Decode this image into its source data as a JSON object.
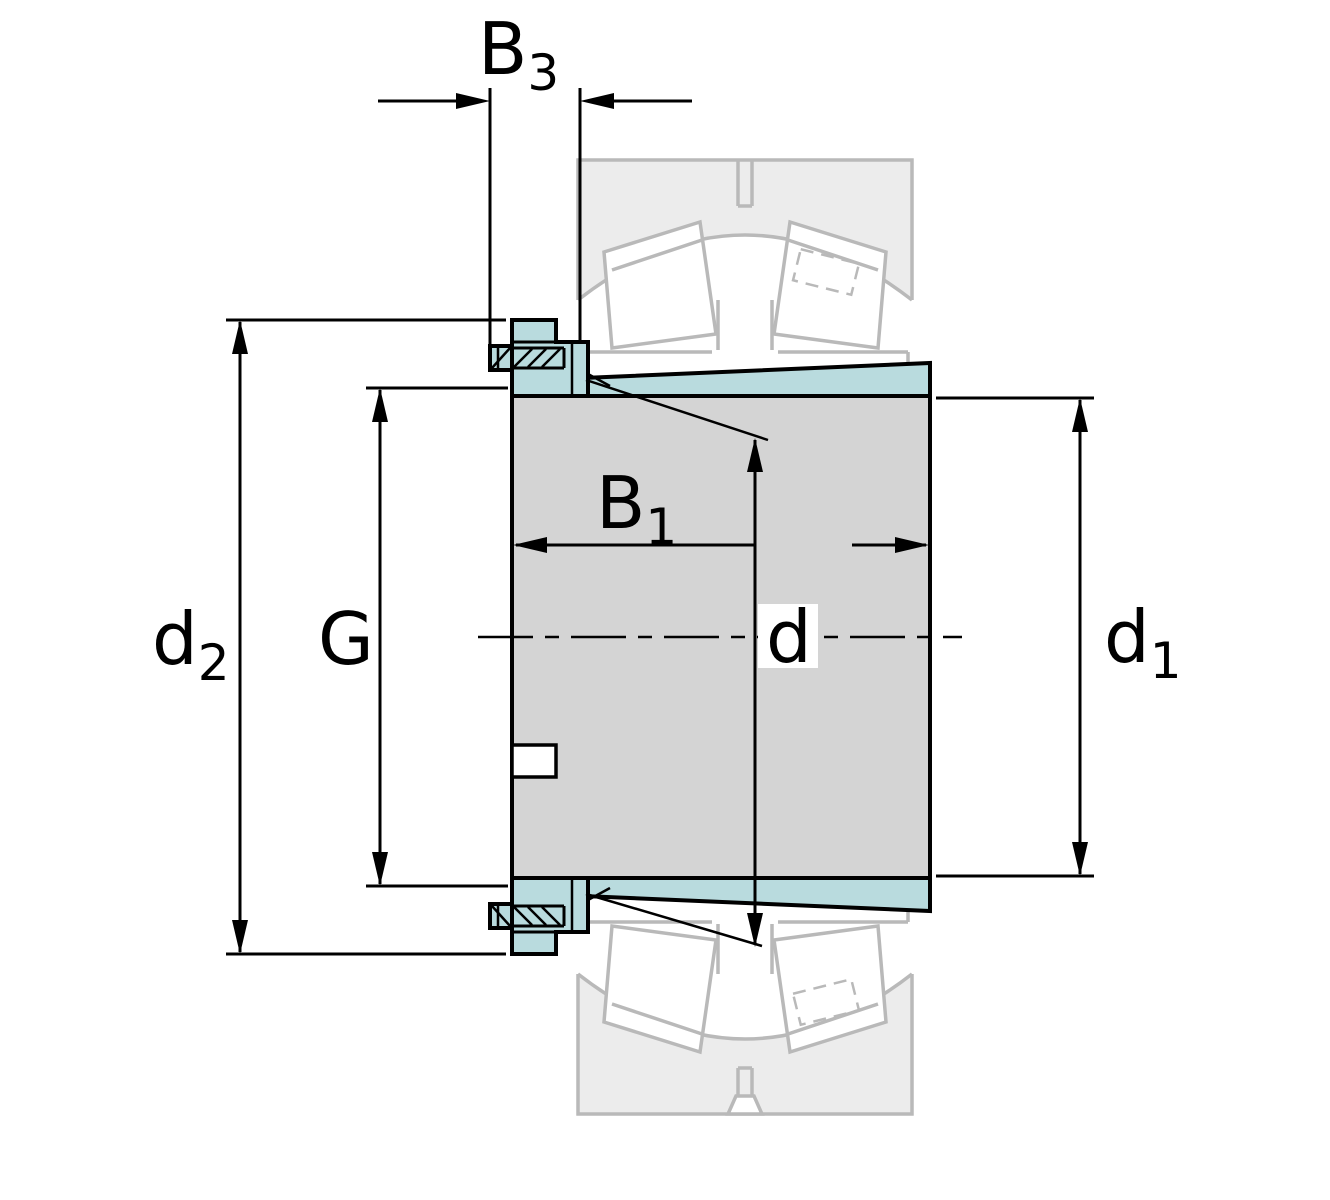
{
  "figure": {
    "background": "#ffffff"
  },
  "colors": {
    "part_fill_gray": "#d4d4d4",
    "accent_teal": "#b9dbde",
    "ghost_stroke_gray": "#b9b9b9",
    "ghost_fill_gray": "#ececec",
    "line_black": "#000000"
  },
  "labels": {
    "b3": {
      "main": "B",
      "sub": "3"
    },
    "d2": {
      "main": "d",
      "sub": "2"
    },
    "g": {
      "main": "G",
      "sub": ""
    },
    "b1": {
      "main": "B",
      "sub": "1"
    },
    "d": {
      "main": "d",
      "sub": ""
    },
    "d1": {
      "main": "d",
      "sub": "1"
    }
  }
}
